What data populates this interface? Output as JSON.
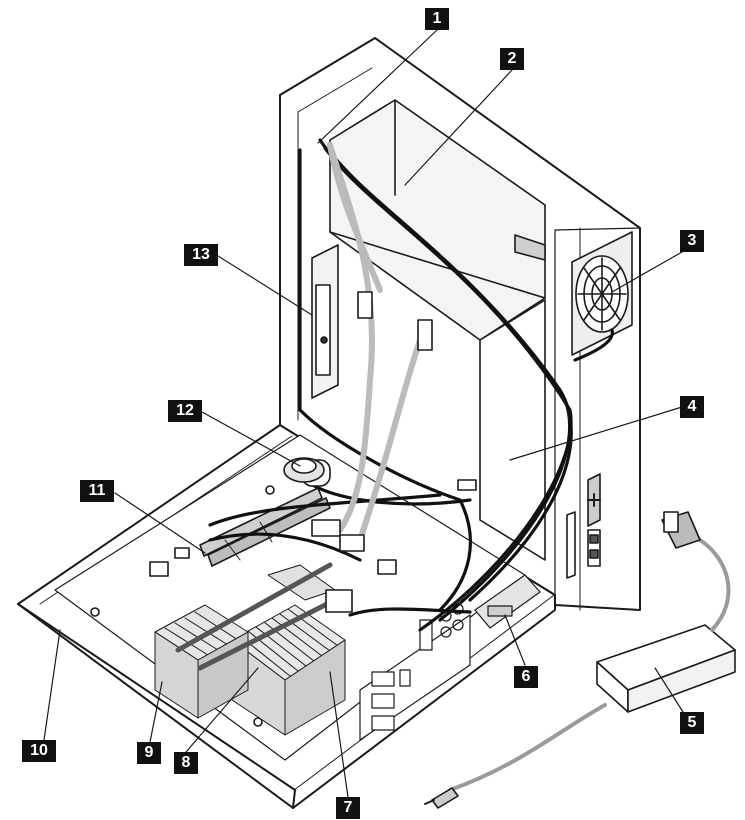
{
  "callouts": {
    "c1": "1",
    "c2": "2",
    "c3": "3",
    "c4": "4",
    "c5": "5",
    "c6": "6",
    "c7": "7",
    "c8": "8",
    "c9": "9",
    "c10": "10",
    "c11": "11",
    "c12": "12",
    "c13": "13"
  },
  "colors": {
    "line": "#1a1a1a",
    "label_bg": "#111111",
    "label_text": "#ffffff",
    "cable_light": "#d8d8d8",
    "cable_gray": "#8a8a8a"
  }
}
